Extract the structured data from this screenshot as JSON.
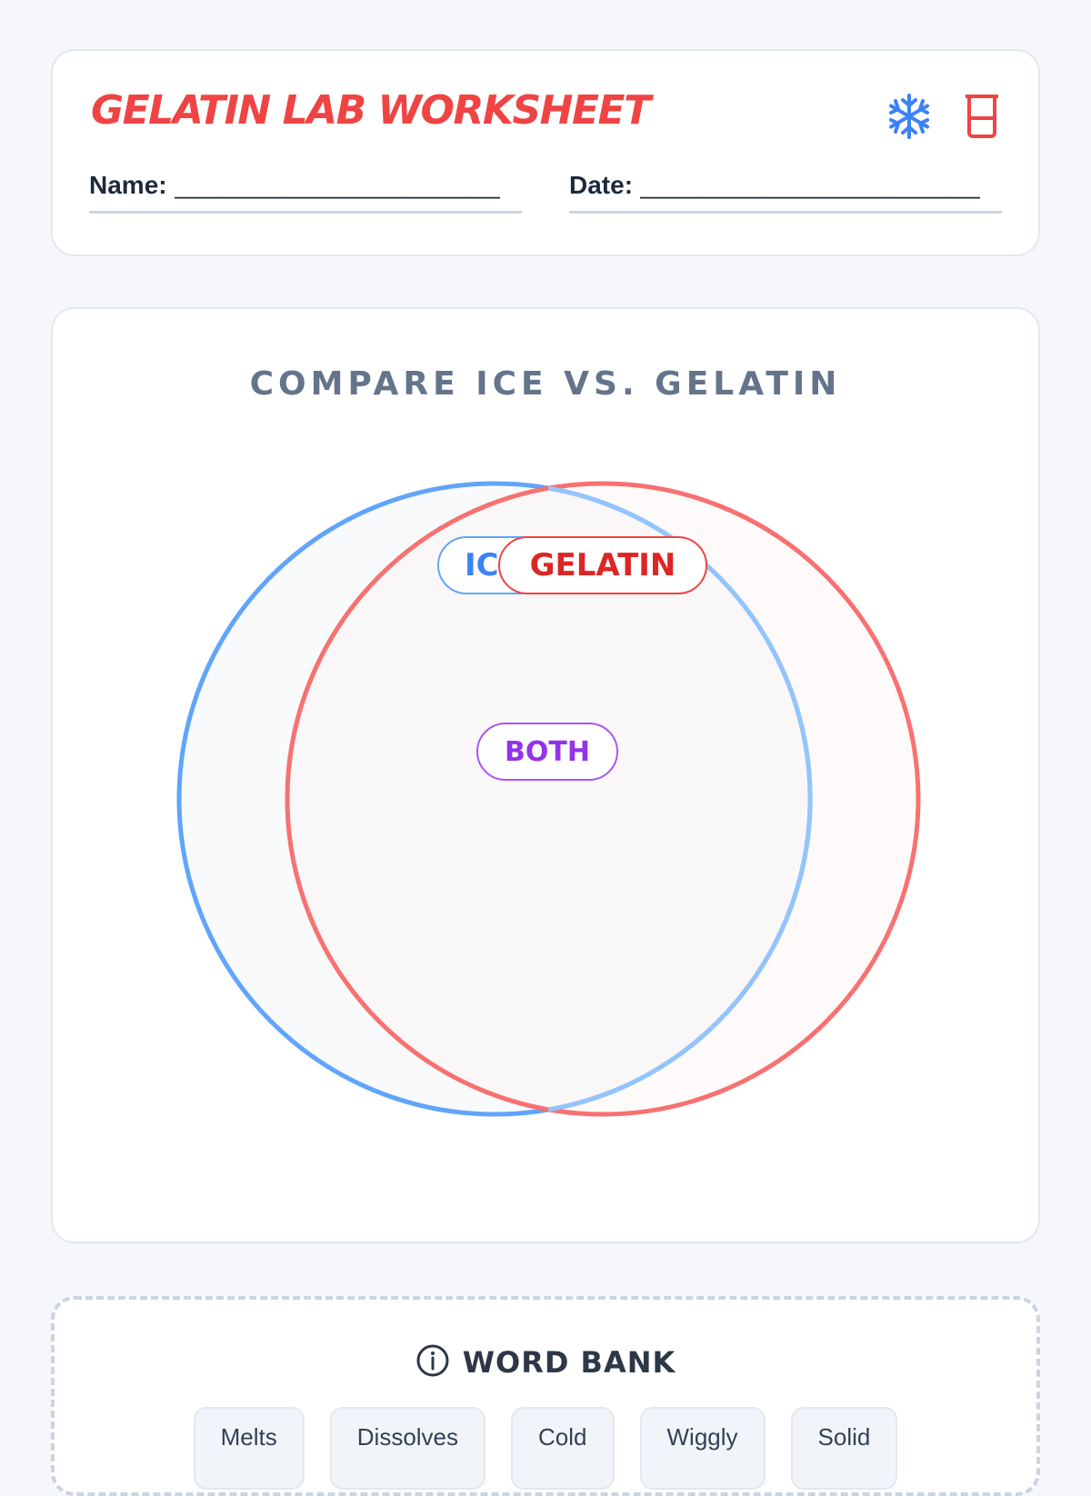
{
  "header": {
    "title": "GELATIN LAB WORKSHEET",
    "icons": [
      "snowflake-icon",
      "beaker-icon"
    ],
    "name_label": "Name:",
    "name_blank": "_______________________",
    "date_label": "Date:",
    "date_blank": "________________________"
  },
  "venn": {
    "title": "COMPARE ICE VS. GELATIN",
    "left_label": "ICE",
    "right_label": "GELATIN",
    "center_label": "BOTH",
    "colors": {
      "ice": "#60a5fa",
      "gelatin": "#f87171",
      "both": "#a855f7"
    }
  },
  "word_bank": {
    "title": "WORD BANK",
    "icon": "info-icon",
    "words": [
      "Melts",
      "Dissolves",
      "Cold",
      "Wiggly",
      "Solid"
    ]
  },
  "colors": {
    "accent": "#ef4444",
    "background": "#f5f7fa"
  }
}
